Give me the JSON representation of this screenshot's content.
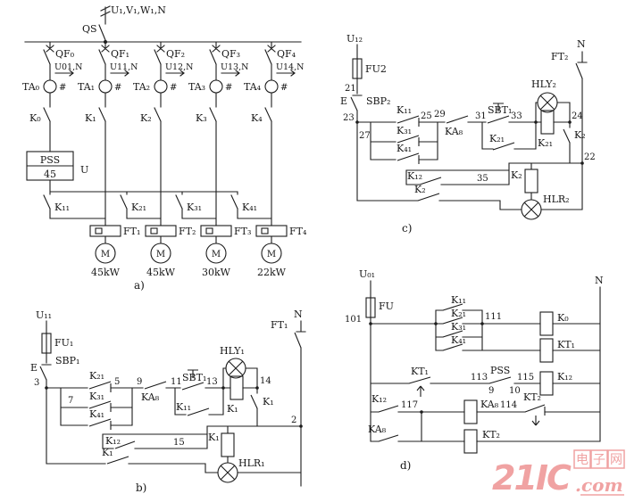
{
  "a": {
    "supply": "U₁,V₁,W₁,N",
    "qs": "QS",
    "breakers": [
      "QF₀",
      "QF₁",
      "QF₂",
      "QF₃",
      "QF₄"
    ],
    "feeders": [
      "U01,N",
      "U11,N",
      "U12,N",
      "U13,N",
      "U14,N"
    ],
    "cts": [
      "TA₀",
      "TA₁",
      "TA₂",
      "TA₃",
      "TA₄"
    ],
    "ct_mark": "#",
    "line_contactors": [
      "K₀",
      "K₁",
      "K₂",
      "K₃",
      "K₄"
    ],
    "soft_starter": {
      "name": "PSS",
      "rating": "45",
      "output": "U"
    },
    "bypass": [
      "K₁₁",
      "K₂₁",
      "K₃₁",
      "K₄₁"
    ],
    "overloads": [
      "FT₁",
      "FT₂",
      "FT₃",
      "FT₄"
    ],
    "motor_letter": "M",
    "ratings": [
      "45kW",
      "45kW",
      "30kW",
      "22kW"
    ],
    "caption": "a)"
  },
  "b": {
    "phase": "U₁₁",
    "fuse": "FU₁",
    "estop": "E",
    "stop": "SBP₁",
    "interlocks": [
      "K₂₁",
      "K₃₁",
      "K₄₁"
    ],
    "ready": "KA₈",
    "start": "SBT₁",
    "hold": "K₁₁",
    "coil_main": "K₁",
    "lamp_run": "HLY₁",
    "aux": "K₁",
    "bridge": "K₁₂",
    "coil_aux": "K₁",
    "lamp_stop": "HLR₁",
    "bottom_contact": "K₁",
    "overload": "FT₁",
    "neutral": "N",
    "nodes": {
      "n3": "3",
      "n5": "5",
      "n7": "7",
      "n9": "9",
      "n11": "11",
      "n13": "13",
      "n14": "14",
      "n15": "15",
      "n2": "2"
    },
    "caption": "b)"
  },
  "c": {
    "phase": "U₁₂",
    "fuse": "FU2",
    "estop": "E",
    "stop": "SBP₂",
    "interlocks": [
      "K₁₁",
      "K₃₁",
      "K₄₁"
    ],
    "ready": "KA₈",
    "start": "SBT₁",
    "hold": "K₂₁",
    "coil_main": "K₂₁",
    "lamp_run": "HLY₂",
    "aux": "K₂",
    "bridge": "K₁₂",
    "coil_aux": "K₂",
    "lamp_stop": "HLR₂",
    "bottom_contact": "K₂",
    "overload": "FT₂",
    "neutral": "N",
    "nodes": {
      "n21": "21",
      "n23": "23",
      "n25": "25",
      "n27": "27",
      "n29": "29",
      "n31": "31",
      "n33": "33",
      "n35": "35",
      "n24": "24",
      "n22": "22"
    },
    "caption": "c)"
  },
  "d": {
    "phase": "U₀₁",
    "fuse": "FU",
    "neutral": "N",
    "parallel": [
      "K₁₁",
      "K₂₁",
      "K₃₁",
      "K₄₁"
    ],
    "coil_k0": "K₀",
    "coil_kt1": "KT₁",
    "kt1_contact": "KT₁",
    "pss": "PSS",
    "coil_k12": "K₁₂",
    "k12_contact": "K₁₂",
    "coil_ka8": "KA₈",
    "kt2_contact": "KT₂",
    "ka8_contact": "KA₈",
    "coil_kt2": "KT₂",
    "nodes": {
      "n101": "101",
      "n111": "111",
      "n113": "113",
      "n115": "115",
      "n9": "9",
      "n10": "10",
      "n117": "117",
      "n114": "114"
    },
    "caption": "d)"
  },
  "watermark": {
    "brand": "21IC",
    "site_chars": [
      "电",
      "子",
      "网"
    ],
    "tld": ".com",
    "color": "#f0a2a2"
  }
}
